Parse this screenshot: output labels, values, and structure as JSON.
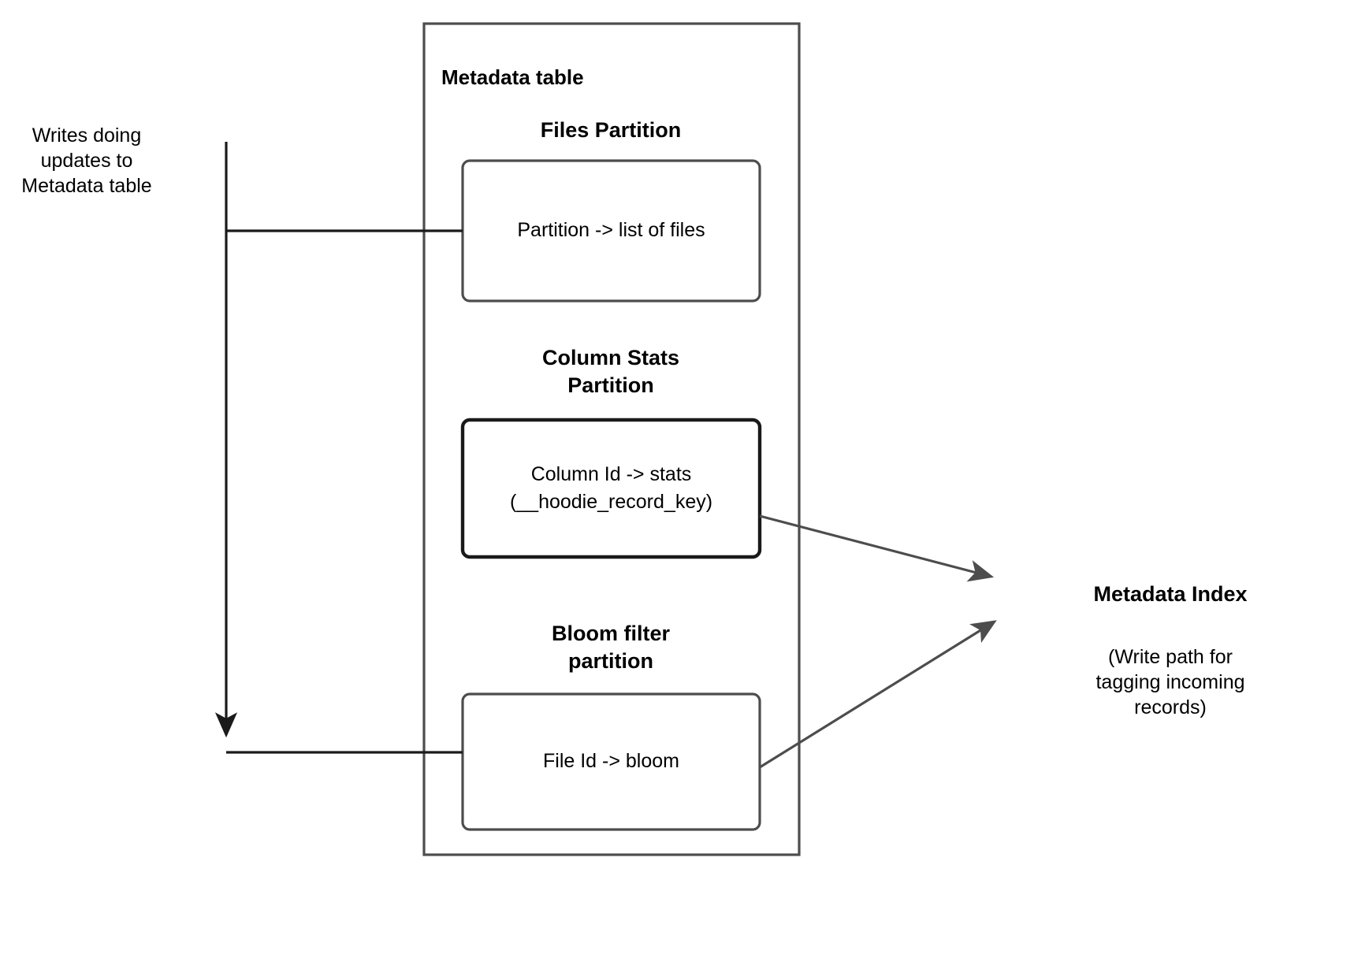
{
  "diagram": {
    "title_outer": "Metadata table",
    "left_annotation": "Writes doing\nupdates to\nMetadata table",
    "sections": [
      {
        "heading": "Files Partition",
        "box_text": "Partition -> list of files"
      },
      {
        "heading": "Column Stats\nPartition",
        "box_text": "Column Id  -> stats\n(__hoodie_record_key)"
      },
      {
        "heading": "Bloom filter\npartition",
        "box_text": "File Id -> bloom"
      }
    ],
    "right": {
      "title": "Metadata Index",
      "description": "(Write path for\ntagging incoming\nrecords)"
    },
    "colors": {
      "stroke": "#4d4d4d",
      "stroke_dark": "#1a1a1a",
      "text": "#000000",
      "background": "#ffffff"
    }
  }
}
